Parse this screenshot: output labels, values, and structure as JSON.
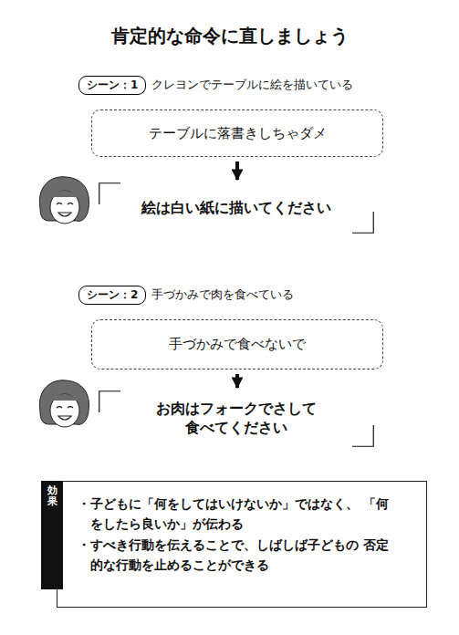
{
  "diagram": {
    "title": "肯定的な命令に直しましょう",
    "nodes": [
      {
        "text": [
          "シーン：1"
        ]
      },
      {
        "text": [
          "テーブルに落書きしちゃダメ"
        ]
      },
      {
        "text": [
          "絵は白い紙に描いてください"
        ]
      },
      {
        "text": [
          "シーン：2"
        ]
      },
      {
        "text": [
          "手づかみで食べないで"
        ]
      },
      {
        "text": [
          "お肉はフォークでさして 食べてください"
        ]
      },
      {
        "text": [
          "・子どもに「何をしてはいけないか」ではなく、 「何をしたら良いか」が伝わる",
          "・すべき行動を伝えることで、しばしば子どもの 否定的な行動を止めることができる"
        ]
      },
      {
        "text": [
          "効果"
        ],
        "in": 6
      }
    ],
    "edges": [
      {
        "from": 1,
        "to": 2,
        "arrow": "to"
      },
      {
        "from": 4,
        "to": 5,
        "arrow": "to"
      }
    ],
    "labels": [
      "クレヨンでテーブルに絵を描いている",
      "手づかみで肉を食べている"
    ]
  }
}
